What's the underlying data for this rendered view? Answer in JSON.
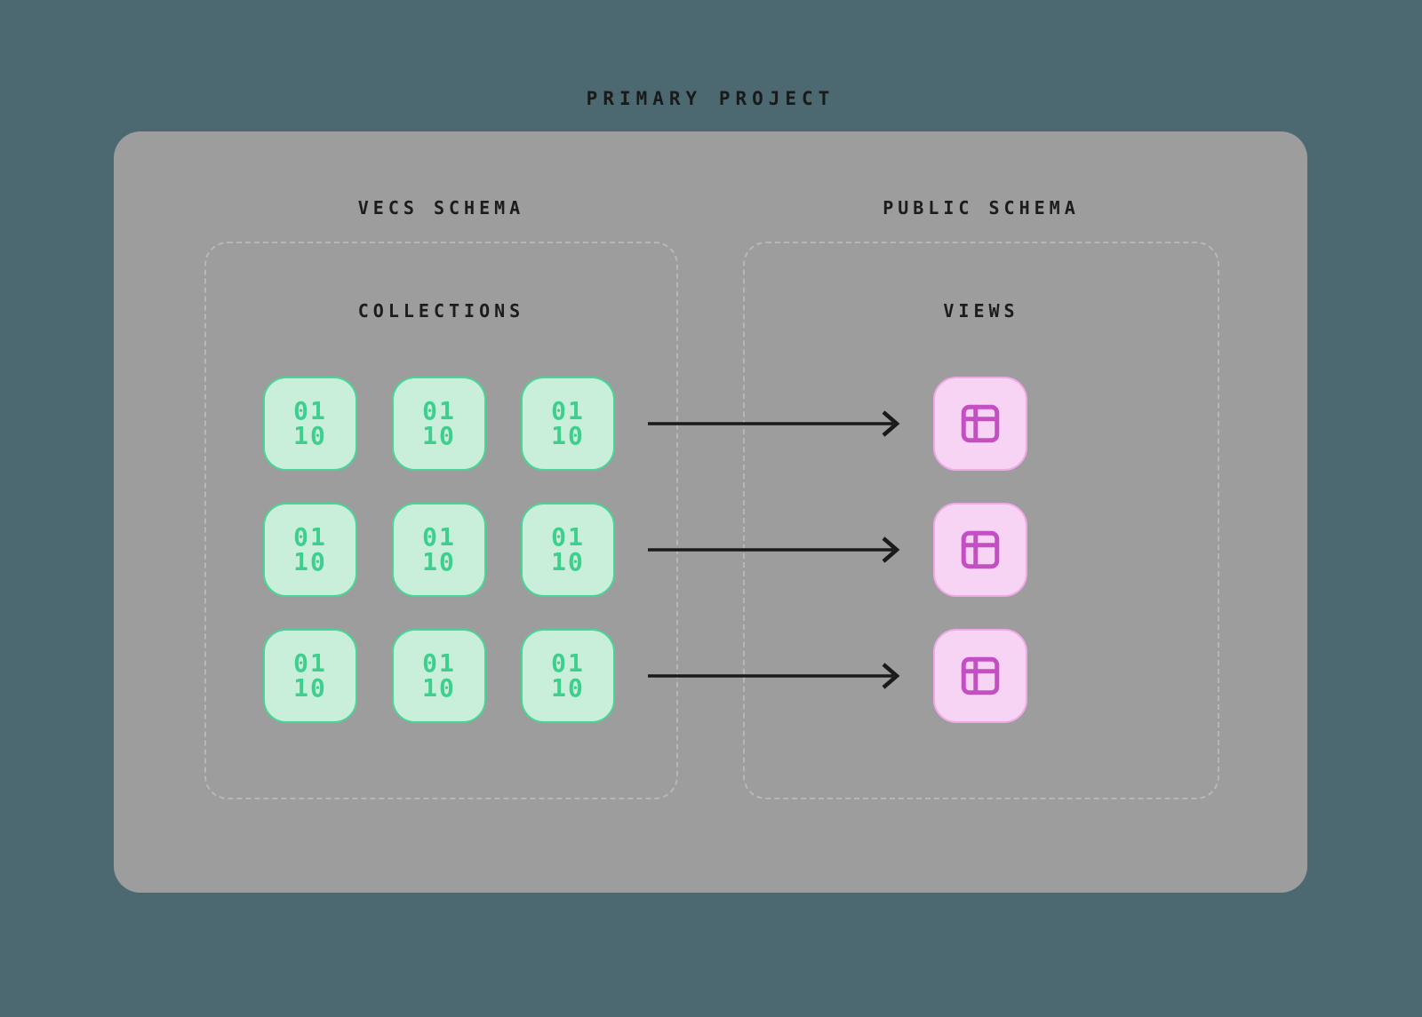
{
  "title": "PRIMARY PROJECT",
  "vecs_schema": {
    "title": "VECS SCHEMA",
    "label": "COLLECTIONS",
    "collections": [
      {
        "label": "01\n10"
      },
      {
        "label": "01\n10"
      },
      {
        "label": "01\n10"
      },
      {
        "label": "01\n10"
      },
      {
        "label": "01\n10"
      },
      {
        "label": "01\n10"
      },
      {
        "label": "01\n10"
      },
      {
        "label": "01\n10"
      },
      {
        "label": "01\n10"
      }
    ]
  },
  "public_schema": {
    "title": "PUBLIC SCHEMA",
    "label": "VIEWS",
    "views": [
      {
        "icon": "table-icon"
      },
      {
        "icon": "table-icon"
      },
      {
        "icon": "table-icon"
      }
    ]
  },
  "arrows": [
    {
      "from": "collections-row-1",
      "to": "view-1"
    },
    {
      "from": "collections-row-2",
      "to": "view-2"
    },
    {
      "from": "collections-row-3",
      "to": "view-3"
    }
  ],
  "colors": {
    "background": "#4c6971",
    "project_panel": "#9d9d9d",
    "schema_dashed_border": "#b7b7b7",
    "collection_fill": "#c9efdb",
    "collection_accent": "#3ecf8e",
    "view_fill": "#f7d4f4",
    "view_border": "#efa9e7",
    "view_accent": "#c34fc3",
    "arrow": "#1a1a1a",
    "text": "#1c1c1c"
  }
}
